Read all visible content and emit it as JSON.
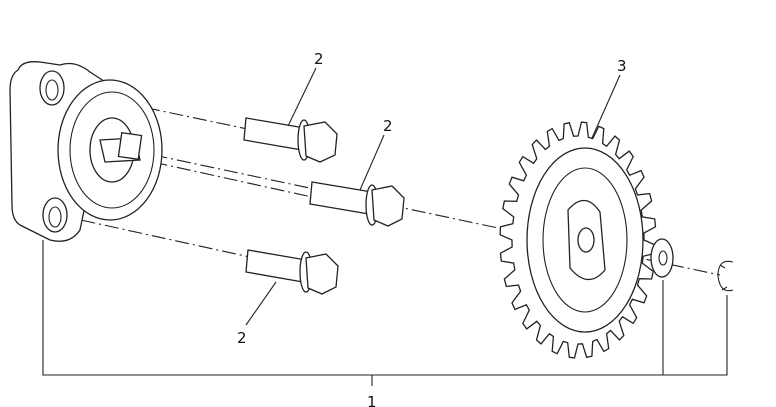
{
  "callouts": {
    "bolt_top": "2",
    "bolt_middle": "2",
    "bolt_bottom": "2",
    "gear": "3",
    "assembly": "1"
  },
  "gear_teeth": 28
}
